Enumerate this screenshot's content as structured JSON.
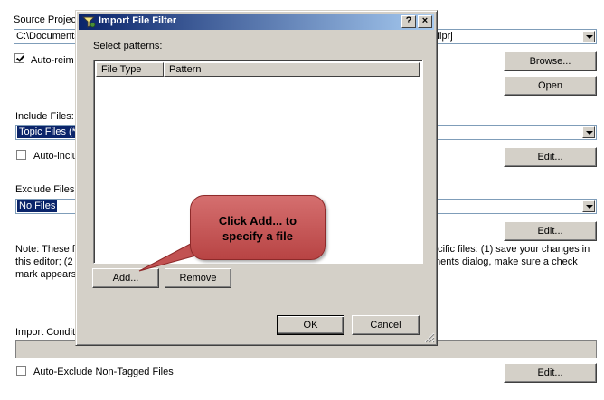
{
  "background": {
    "source_project_label": "Source Project",
    "source_project_value_left": "C:\\Documents",
    "source_project_value_right": "flprj",
    "auto_reimport_label": "Auto-reim",
    "browse_label": "Browse...",
    "open_label": "Open",
    "include_files_label": "Include Files:",
    "include_value": "Topic Files (*",
    "auto_include_label": "Auto-inclu",
    "edit_label": "Edit...",
    "exclude_files_label": "Exclude Files:",
    "exclude_value": "No Files",
    "note_line1_left": "Note: These f",
    "note_line1_right": "ecific files: (1) save your changes in",
    "note_line2_left": "this editor; (2",
    "note_line2_right": "ments dialog, make sure a check",
    "note_line3_left": "mark appears",
    "import_conditions_label": "Import Condit",
    "auto_exclude_label": "Auto-Exclude Non-Tagged Files"
  },
  "dialog": {
    "title": "Import File Filter",
    "help_btn": "?",
    "close_btn": "×",
    "select_patterns_label": "Select patterns:",
    "columns": [
      "File Type",
      "Pattern"
    ],
    "add_label": "Add...",
    "remove_label": "Remove",
    "ok_label": "OK",
    "cancel_label": "Cancel"
  },
  "callout": {
    "line1": "Click Add... to",
    "line2": "specify a file"
  }
}
